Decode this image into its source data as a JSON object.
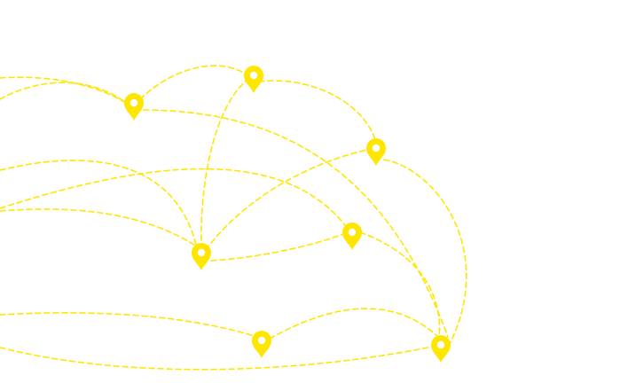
{
  "scene": {
    "description_free": true,
    "background_color": "#ffffff",
    "accent_color": "#ffe600",
    "pin_icon": "map-pin-icon",
    "route_style": "dashed"
  },
  "pins": [
    {
      "id": "pin-a"
    },
    {
      "id": "pin-b"
    },
    {
      "id": "pin-c"
    },
    {
      "id": "pin-d"
    },
    {
      "id": "pin-e"
    },
    {
      "id": "pin-f"
    },
    {
      "id": "pin-g"
    },
    {
      "id": "pin-h"
    }
  ],
  "routes": [
    {
      "from": "offscreen-left",
      "to": "pin-a"
    },
    {
      "from": "offscreen-left",
      "to": "pin-a"
    },
    {
      "from": "pin-a",
      "to": "pin-b"
    },
    {
      "from": "pin-b",
      "to": "pin-d"
    },
    {
      "from": "pin-b",
      "to": "pin-c"
    },
    {
      "from": "pin-a",
      "to": "pin-h"
    },
    {
      "from": "offscreen-left",
      "to": "pin-c"
    },
    {
      "from": "offscreen-left",
      "to": "pin-e"
    },
    {
      "from": "offscreen-left",
      "to": "pin-c"
    },
    {
      "from": "pin-c",
      "to": "pin-d"
    },
    {
      "from": "pin-c",
      "to": "pin-e"
    },
    {
      "from": "pin-d",
      "to": "pin-h"
    },
    {
      "from": "pin-e",
      "to": "pin-h"
    },
    {
      "from": "offscreen-left",
      "to": "pin-g"
    },
    {
      "from": "pin-g",
      "to": "pin-h"
    },
    {
      "from": "offscreen-left",
      "to": "pin-h"
    }
  ]
}
